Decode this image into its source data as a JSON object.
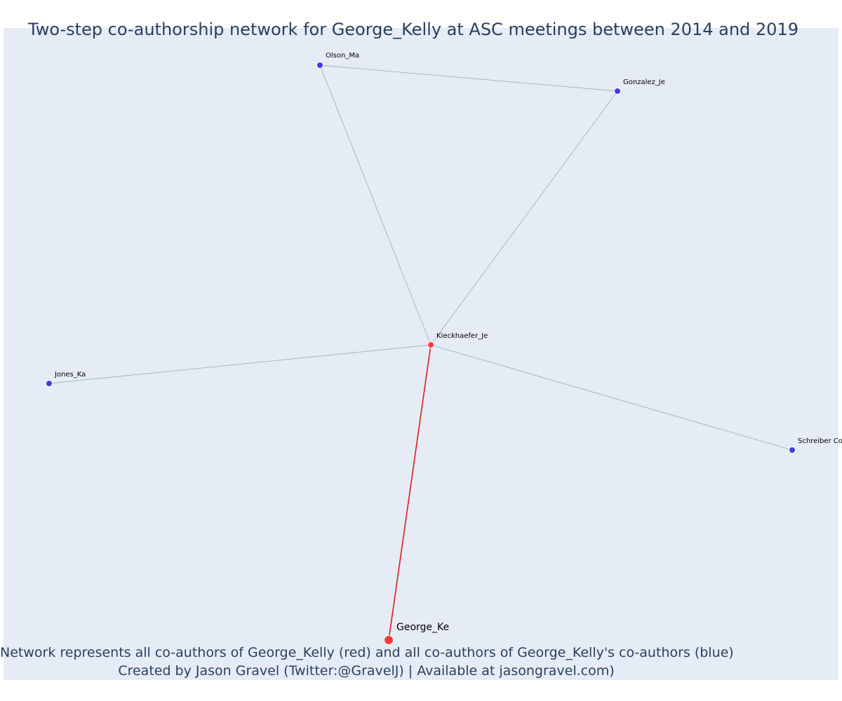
{
  "title": "Two-step co-authorship network for George_Kelly at ASC meetings between 2014 and 2019",
  "caption": {
    "line1": "Network represents all co-authors of George_Kelly (red) and all co-authors of George_Kelly's co-authors (blue)",
    "line2": "Created by Jason Gravel (Twitter:@GravelJ) | Available at jasongravel.com)"
  },
  "colors": {
    "background": "#ffffff",
    "plot_background": "#e5ecf6",
    "text": "#2a3f5f",
    "focal_node": "#ff3b3b",
    "first_step_node": "#ff3b3b",
    "second_step_node": "#3d3de8",
    "focal_edge": "#e31a1c",
    "other_edge": "#a9adbe"
  },
  "network": {
    "nodes": [
      {
        "id": "george",
        "label": "George_Ke",
        "group": "focal"
      },
      {
        "id": "kieckhaefer",
        "label": "Kieckhaefer_Je",
        "group": "first-step"
      },
      {
        "id": "olson",
        "label": "Olson_Ma",
        "group": "second-step"
      },
      {
        "id": "gonzalez",
        "label": "Gonzalez_Je",
        "group": "second-step"
      },
      {
        "id": "jones",
        "label": "Jones_Ka",
        "group": "second-step"
      },
      {
        "id": "schreiber",
        "label": "Schreiber Co",
        "group": "second-step"
      }
    ],
    "edges": [
      {
        "source": "george",
        "target": "kieckhaefer",
        "type": "focal"
      },
      {
        "source": "kieckhaefer",
        "target": "olson",
        "type": "other"
      },
      {
        "source": "kieckhaefer",
        "target": "gonzalez",
        "type": "other"
      },
      {
        "source": "olson",
        "target": "gonzalez",
        "type": "other"
      },
      {
        "source": "kieckhaefer",
        "target": "jones",
        "type": "other"
      },
      {
        "source": "kieckhaefer",
        "target": "schreiber",
        "type": "other"
      }
    ]
  }
}
